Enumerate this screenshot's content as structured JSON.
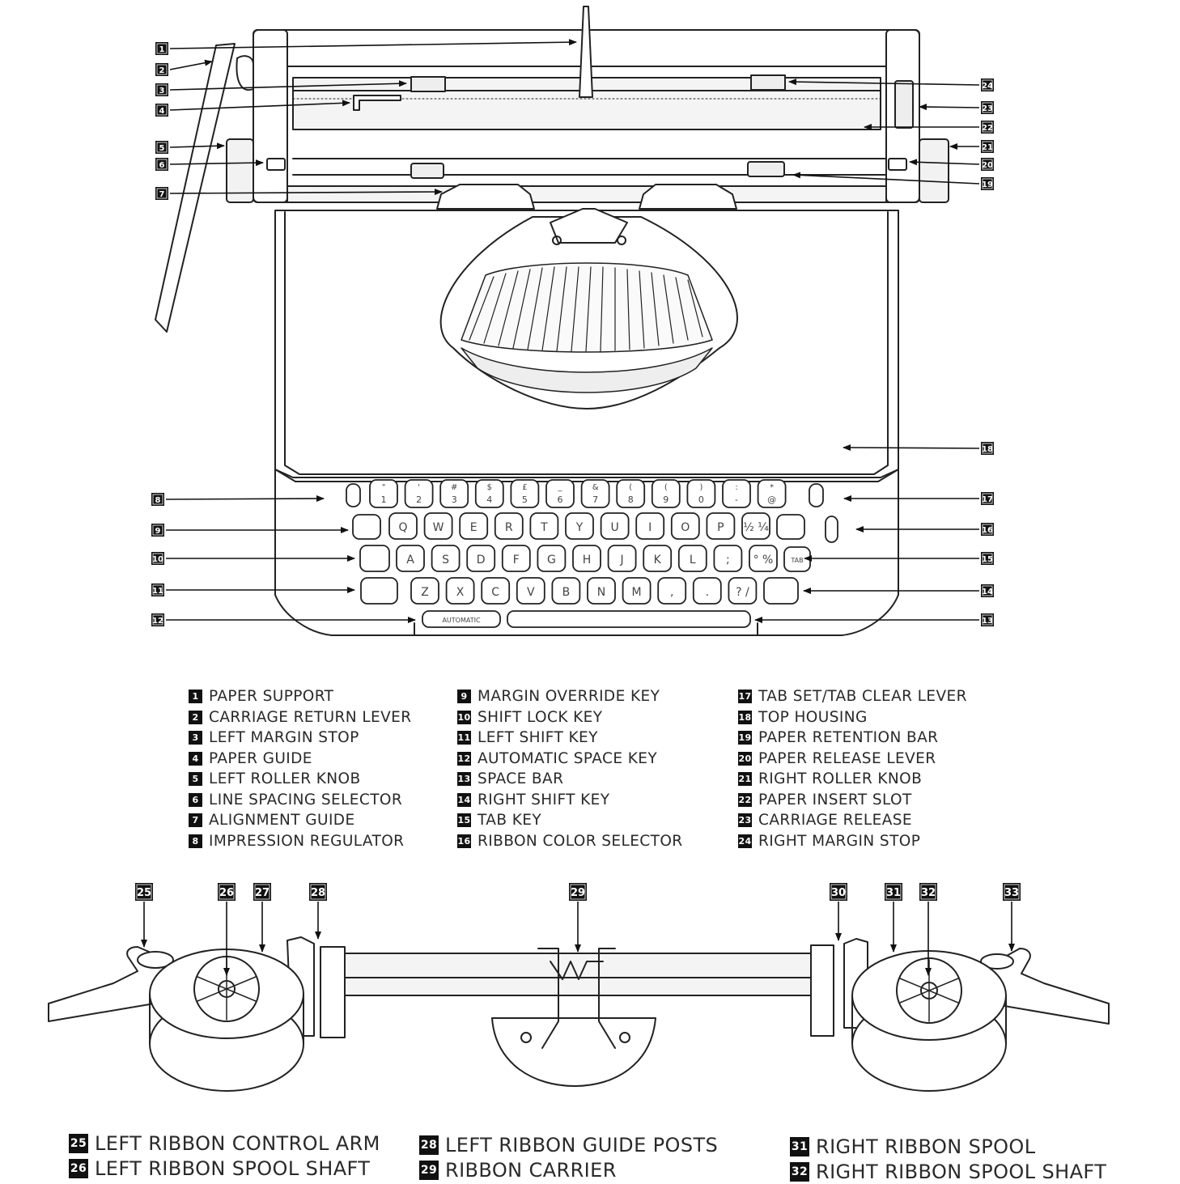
{
  "callout_markers": [
    "1",
    "2",
    "3",
    "4",
    "5",
    "6",
    "7",
    "8",
    "9",
    "10",
    "11",
    "12",
    "13",
    "14",
    "15",
    "16",
    "17",
    "18",
    "19",
    "20",
    "21",
    "22",
    "23",
    "24",
    "25",
    "26",
    "27",
    "28",
    "29",
    "30",
    "31",
    "32",
    "33"
  ],
  "keyboard": {
    "number_row": [
      {
        "top": "\"",
        "bottom": "1"
      },
      {
        "top": "'",
        "bottom": "2"
      },
      {
        "top": "#",
        "bottom": "3"
      },
      {
        "top": "$",
        "bottom": "4"
      },
      {
        "top": "£",
        "bottom": "5"
      },
      {
        "top": "_",
        "bottom": "6"
      },
      {
        "top": "&",
        "bottom": "7"
      },
      {
        "top": "(",
        "bottom": "8"
      },
      {
        "top": "(",
        "bottom": "9"
      },
      {
        "top": ")",
        "bottom": "0"
      },
      {
        "top": ":",
        "bottom": "-"
      },
      {
        "top": "*",
        "bottom": "@"
      }
    ],
    "row_q": [
      "Q",
      "W",
      "E",
      "R",
      "T",
      "Y",
      "U",
      "I",
      "O",
      "P",
      "½ ¼"
    ],
    "row_a": [
      "A",
      "S",
      "D",
      "F",
      "G",
      "H",
      "J",
      "K",
      "L",
      ";",
      "° %"
    ],
    "row_z": [
      "Z",
      "X",
      "C",
      "V",
      "B",
      "N",
      "M",
      ",",
      ".",
      "? /"
    ],
    "tab_label": "TAB",
    "auto_space_label": "AUTOMATIC"
  },
  "legend_top": [
    [
      {
        "num": "1",
        "label": "PAPER SUPPORT"
      },
      {
        "num": "2",
        "label": "CARRIAGE RETURN LEVER"
      },
      {
        "num": "3",
        "label": "LEFT MARGIN STOP"
      },
      {
        "num": "4",
        "label": "PAPER GUIDE"
      },
      {
        "num": "5",
        "label": "LEFT ROLLER KNOB"
      },
      {
        "num": "6",
        "label": "LINE SPACING SELECTOR"
      },
      {
        "num": "7",
        "label": "ALIGNMENT GUIDE"
      },
      {
        "num": "8",
        "label": "IMPRESSION REGULATOR"
      }
    ],
    [
      {
        "num": "9",
        "label": "MARGIN OVERRIDE KEY"
      },
      {
        "num": "10",
        "label": "SHIFT LOCK KEY"
      },
      {
        "num": "11",
        "label": "LEFT SHIFT KEY"
      },
      {
        "num": "12",
        "label": "AUTOMATIC SPACE KEY"
      },
      {
        "num": "13",
        "label": "SPACE BAR"
      },
      {
        "num": "14",
        "label": "RIGHT SHIFT KEY"
      },
      {
        "num": "15",
        "label": "TAB KEY"
      },
      {
        "num": "16",
        "label": "RIBBON COLOR SELECTOR"
      }
    ],
    [
      {
        "num": "17",
        "label": "TAB SET/TAB CLEAR LEVER"
      },
      {
        "num": "18",
        "label": "TOP HOUSING"
      },
      {
        "num": "19",
        "label": "PAPER RETENTION BAR"
      },
      {
        "num": "20",
        "label": "PAPER RELEASE LEVER"
      },
      {
        "num": "21",
        "label": "RIGHT ROLLER KNOB"
      },
      {
        "num": "22",
        "label": "PAPER INSERT SLOT"
      },
      {
        "num": "23",
        "label": "CARRIAGE RELEASE"
      },
      {
        "num": "24",
        "label": "RIGHT MARGIN STOP"
      }
    ]
  ],
  "legend_bottom": [
    [
      {
        "num": "25",
        "label": "LEFT RIBBON CONTROL ARM"
      },
      {
        "num": "26",
        "label": "LEFT RIBBON SPOOL SHAFT"
      }
    ],
    [
      {
        "num": "28",
        "label": "LEFT RIBBON GUIDE POSTS"
      },
      {
        "num": "29",
        "label": "RIBBON CARRIER"
      }
    ],
    [
      {
        "num": "31",
        "label": "RIGHT RIBBON SPOOL"
      },
      {
        "num": "32",
        "label": "RIGHT RIBBON SPOOL SHAFT"
      }
    ]
  ]
}
